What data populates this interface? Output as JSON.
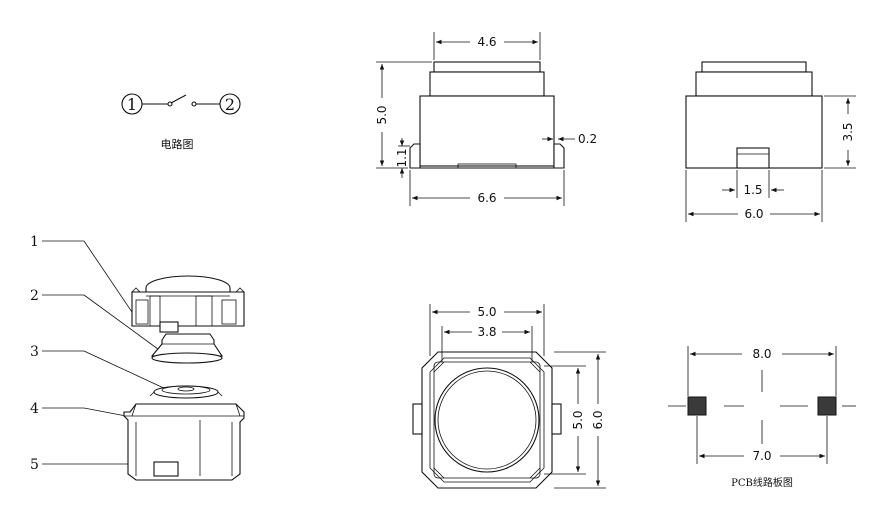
{
  "circuit": {
    "node1": "1",
    "node2": "2",
    "caption": "电路图"
  },
  "parts": {
    "labels": [
      "1",
      "2",
      "3",
      "4",
      "5"
    ]
  },
  "front_view": {
    "top_width": "4.6",
    "height": "5.0",
    "leg_height": "1.1",
    "leg_thickness": "0.2",
    "base_width": "6.6"
  },
  "side_view": {
    "body_height": "3.5",
    "slot_width": "1.5",
    "body_width": "6.0"
  },
  "top_view": {
    "outer_width": "5.0",
    "inner_width": "3.8",
    "inner_height": "5.0",
    "outer_height": "6.0"
  },
  "pcb_view": {
    "outer_span": "8.0",
    "inner_span": "7.0",
    "caption": "PCB线路板图"
  }
}
